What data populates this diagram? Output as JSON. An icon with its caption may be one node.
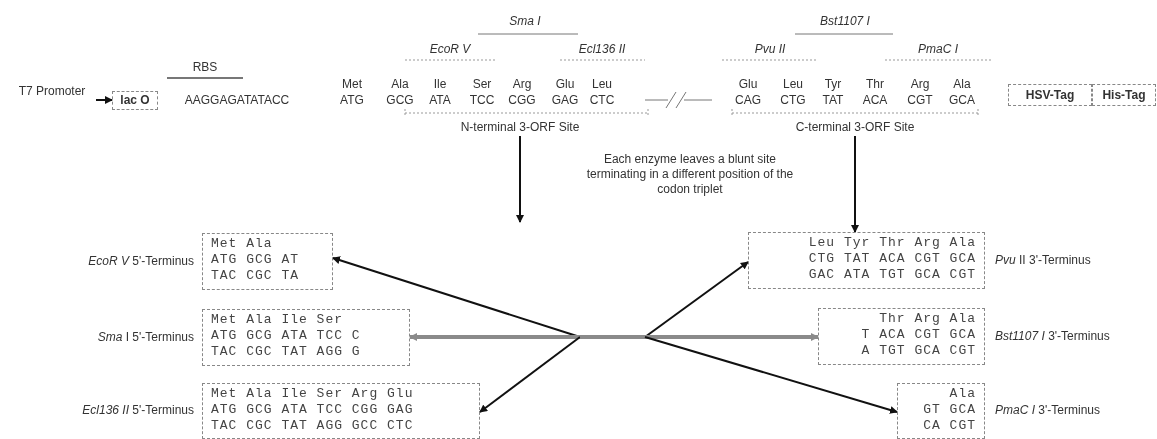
{
  "diagram": {
    "nodes": [
      {
        "text": [
          "T7 Promoter"
        ]
      },
      {
        "text": [
          "lac O"
        ]
      },
      {
        "text": [
          "HSV-Tag"
        ]
      },
      {
        "text": [
          "His-Tag"
        ]
      },
      {
        "text": [
          "N-terminal 3-ORF Site"
        ]
      },
      {
        "text": [
          "C-terminal 3-ORF Site"
        ]
      },
      {
        "text": [
          "Met Ala",
          "ATG GCG AT",
          "TAC CGC TA"
        ],
        "beside": [
          "*EcoR V* 5'-Terminus"
        ]
      },
      {
        "text": [
          "Met Ala Ile Ser",
          "ATG GCG ATA TCC C",
          "TAC CGC TAT AGG G"
        ],
        "beside": [
          "*Sma* I 5'-Terminus"
        ]
      },
      {
        "text": [
          "Met Ala Ile Ser Arg Glu",
          "ATG GCG ATA TCC CGG GAG",
          "TAC CGC TAT AGG GCC CTC"
        ],
        "beside": [
          "*Ecl136 II* 5'-Terminus"
        ]
      },
      {
        "text": [
          "Leu Tyr Thr Arg Ala",
          "CTG TAT ACA CGT GCA",
          "GAC ATA TGT GCA CGT"
        ],
        "beside": [
          "*Pvu* II 3'-Terminus"
        ]
      },
      {
        "text": [
          "Thr Arg Ala",
          "T ACA CGT GCA",
          "A TGT GCA CGT"
        ],
        "beside": [
          "*Bst1107 I* 3'-Terminus"
        ]
      },
      {
        "text": [
          "Ala",
          "GT GCA",
          "CA CGT"
        ],
        "beside": [
          "*PmaC I* 3'-Terminus"
        ]
      }
    ],
    "edges": [
      {
        "from": 0,
        "to": 1,
        "arrow": "to"
      },
      {
        "from": 4,
        "to": null,
        "arrow": "to"
      },
      {
        "from": 5,
        "to": 9,
        "arrow": "to"
      },
      {
        "from": null,
        "to": 6,
        "arrow": "to"
      },
      {
        "from": null,
        "to": 7,
        "arrow": "to",
        "style": "thick",
        "color": "#8a8a8a"
      },
      {
        "from": null,
        "to": 8,
        "arrow": "to"
      },
      {
        "from": null,
        "to": 9,
        "arrow": "to"
      },
      {
        "from": null,
        "to": 10,
        "arrow": "to",
        "style": "thick",
        "color": "#8a8a8a"
      },
      {
        "from": null,
        "to": 11,
        "arrow": "to"
      }
    ],
    "labels": [
      "Sma I",
      "Bst1107 I",
      "EcoR V",
      "Ecl136 II",
      "Pvu II",
      "PmaC I",
      "RBS",
      "Met",
      "Ala",
      "Ile",
      "Ser",
      "Arg",
      "Glu",
      "Leu",
      "Glu",
      "Leu",
      "Tyr",
      "Thr",
      "Arg",
      "Ala",
      "AAGGAGATATACC",
      "ATG",
      "GCG",
      "ATA",
      "TCC",
      "CGG",
      "GAG",
      "CTC",
      "CAG",
      "CTG",
      "TAT",
      "ACA",
      "CGT",
      "GCA",
      "Each enzyme leaves a blunt site terminating in a different position of the codon triplet"
    ]
  }
}
